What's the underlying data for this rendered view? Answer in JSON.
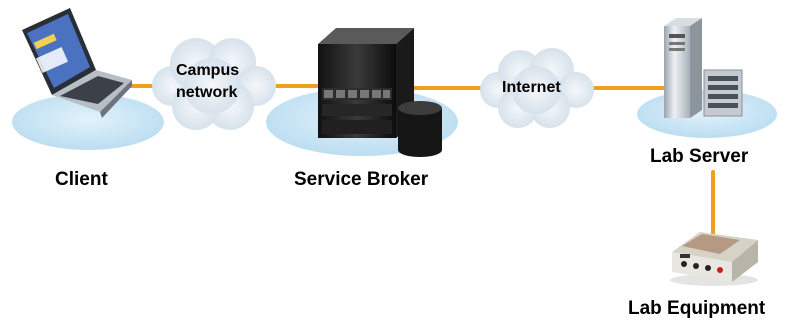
{
  "nodes": {
    "client": {
      "label": "Client"
    },
    "service_broker": {
      "label": "Service Broker"
    },
    "lab_server": {
      "label": "Lab Server"
    },
    "lab_equipment": {
      "label": "Lab Equipment"
    }
  },
  "networks": {
    "campus": {
      "line1": "Campus",
      "line2": "network"
    },
    "internet": {
      "label": "Internet"
    }
  },
  "colors": {
    "link": "#f0a020",
    "platform": "#c6e4f4",
    "cloud": "#e6eef4"
  }
}
